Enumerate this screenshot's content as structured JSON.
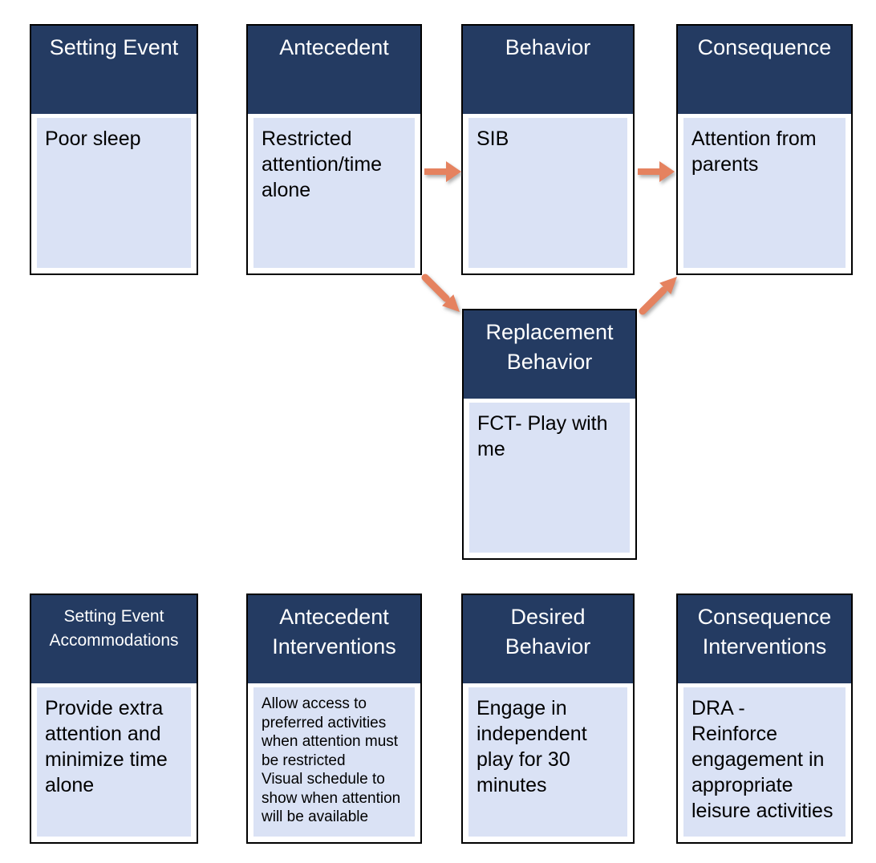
{
  "colors": {
    "header_bg": "#243B62",
    "body_bg": "#DAE2F5",
    "box_border": "#000000",
    "header_text": "#FFFFFF",
    "body_text": "#000000",
    "arrow": "#E5825F",
    "page_bg": "#FFFFFF"
  },
  "boxes": [
    {
      "id": "setting-event",
      "header": "Setting Event",
      "body": "Poor sleep"
    },
    {
      "id": "antecedent",
      "header": "Antecedent",
      "body": "Restricted attention/time alone"
    },
    {
      "id": "behavior",
      "header": "Behavior",
      "body": "SIB"
    },
    {
      "id": "consequence",
      "header": "Consequence",
      "body": "Attention from parents"
    },
    {
      "id": "replacement-behavior",
      "header": "Replacement\nBehavior",
      "body": "FCT- Play with me"
    },
    {
      "id": "setting-event-accommodations",
      "header": "Setting Event\nAccommodations",
      "body": "Provide extra attention and minimize time alone"
    },
    {
      "id": "antecedent-interventions",
      "header": "Antecedent\nInterventions",
      "body": "Allow access to preferred activities when attention must be restricted\nVisual schedule to show when attention will be available"
    },
    {
      "id": "desired-behavior",
      "header": "Desired\nBehavior",
      "body": "Engage in independent play for 30 minutes"
    },
    {
      "id": "consequence-interventions",
      "header": "Consequence\nInterventions",
      "body": "DRA -\nReinforce engagement in appropriate leisure activities"
    }
  ],
  "arrows": [
    {
      "name": "arrow-antecedent-to-behavior",
      "direction": "right"
    },
    {
      "name": "arrow-behavior-to-consequence",
      "direction": "right"
    },
    {
      "name": "arrow-antecedent-to-replacement-behavior",
      "direction": "down-right"
    },
    {
      "name": "arrow-replacement-behavior-to-consequence",
      "direction": "up-right"
    }
  ]
}
